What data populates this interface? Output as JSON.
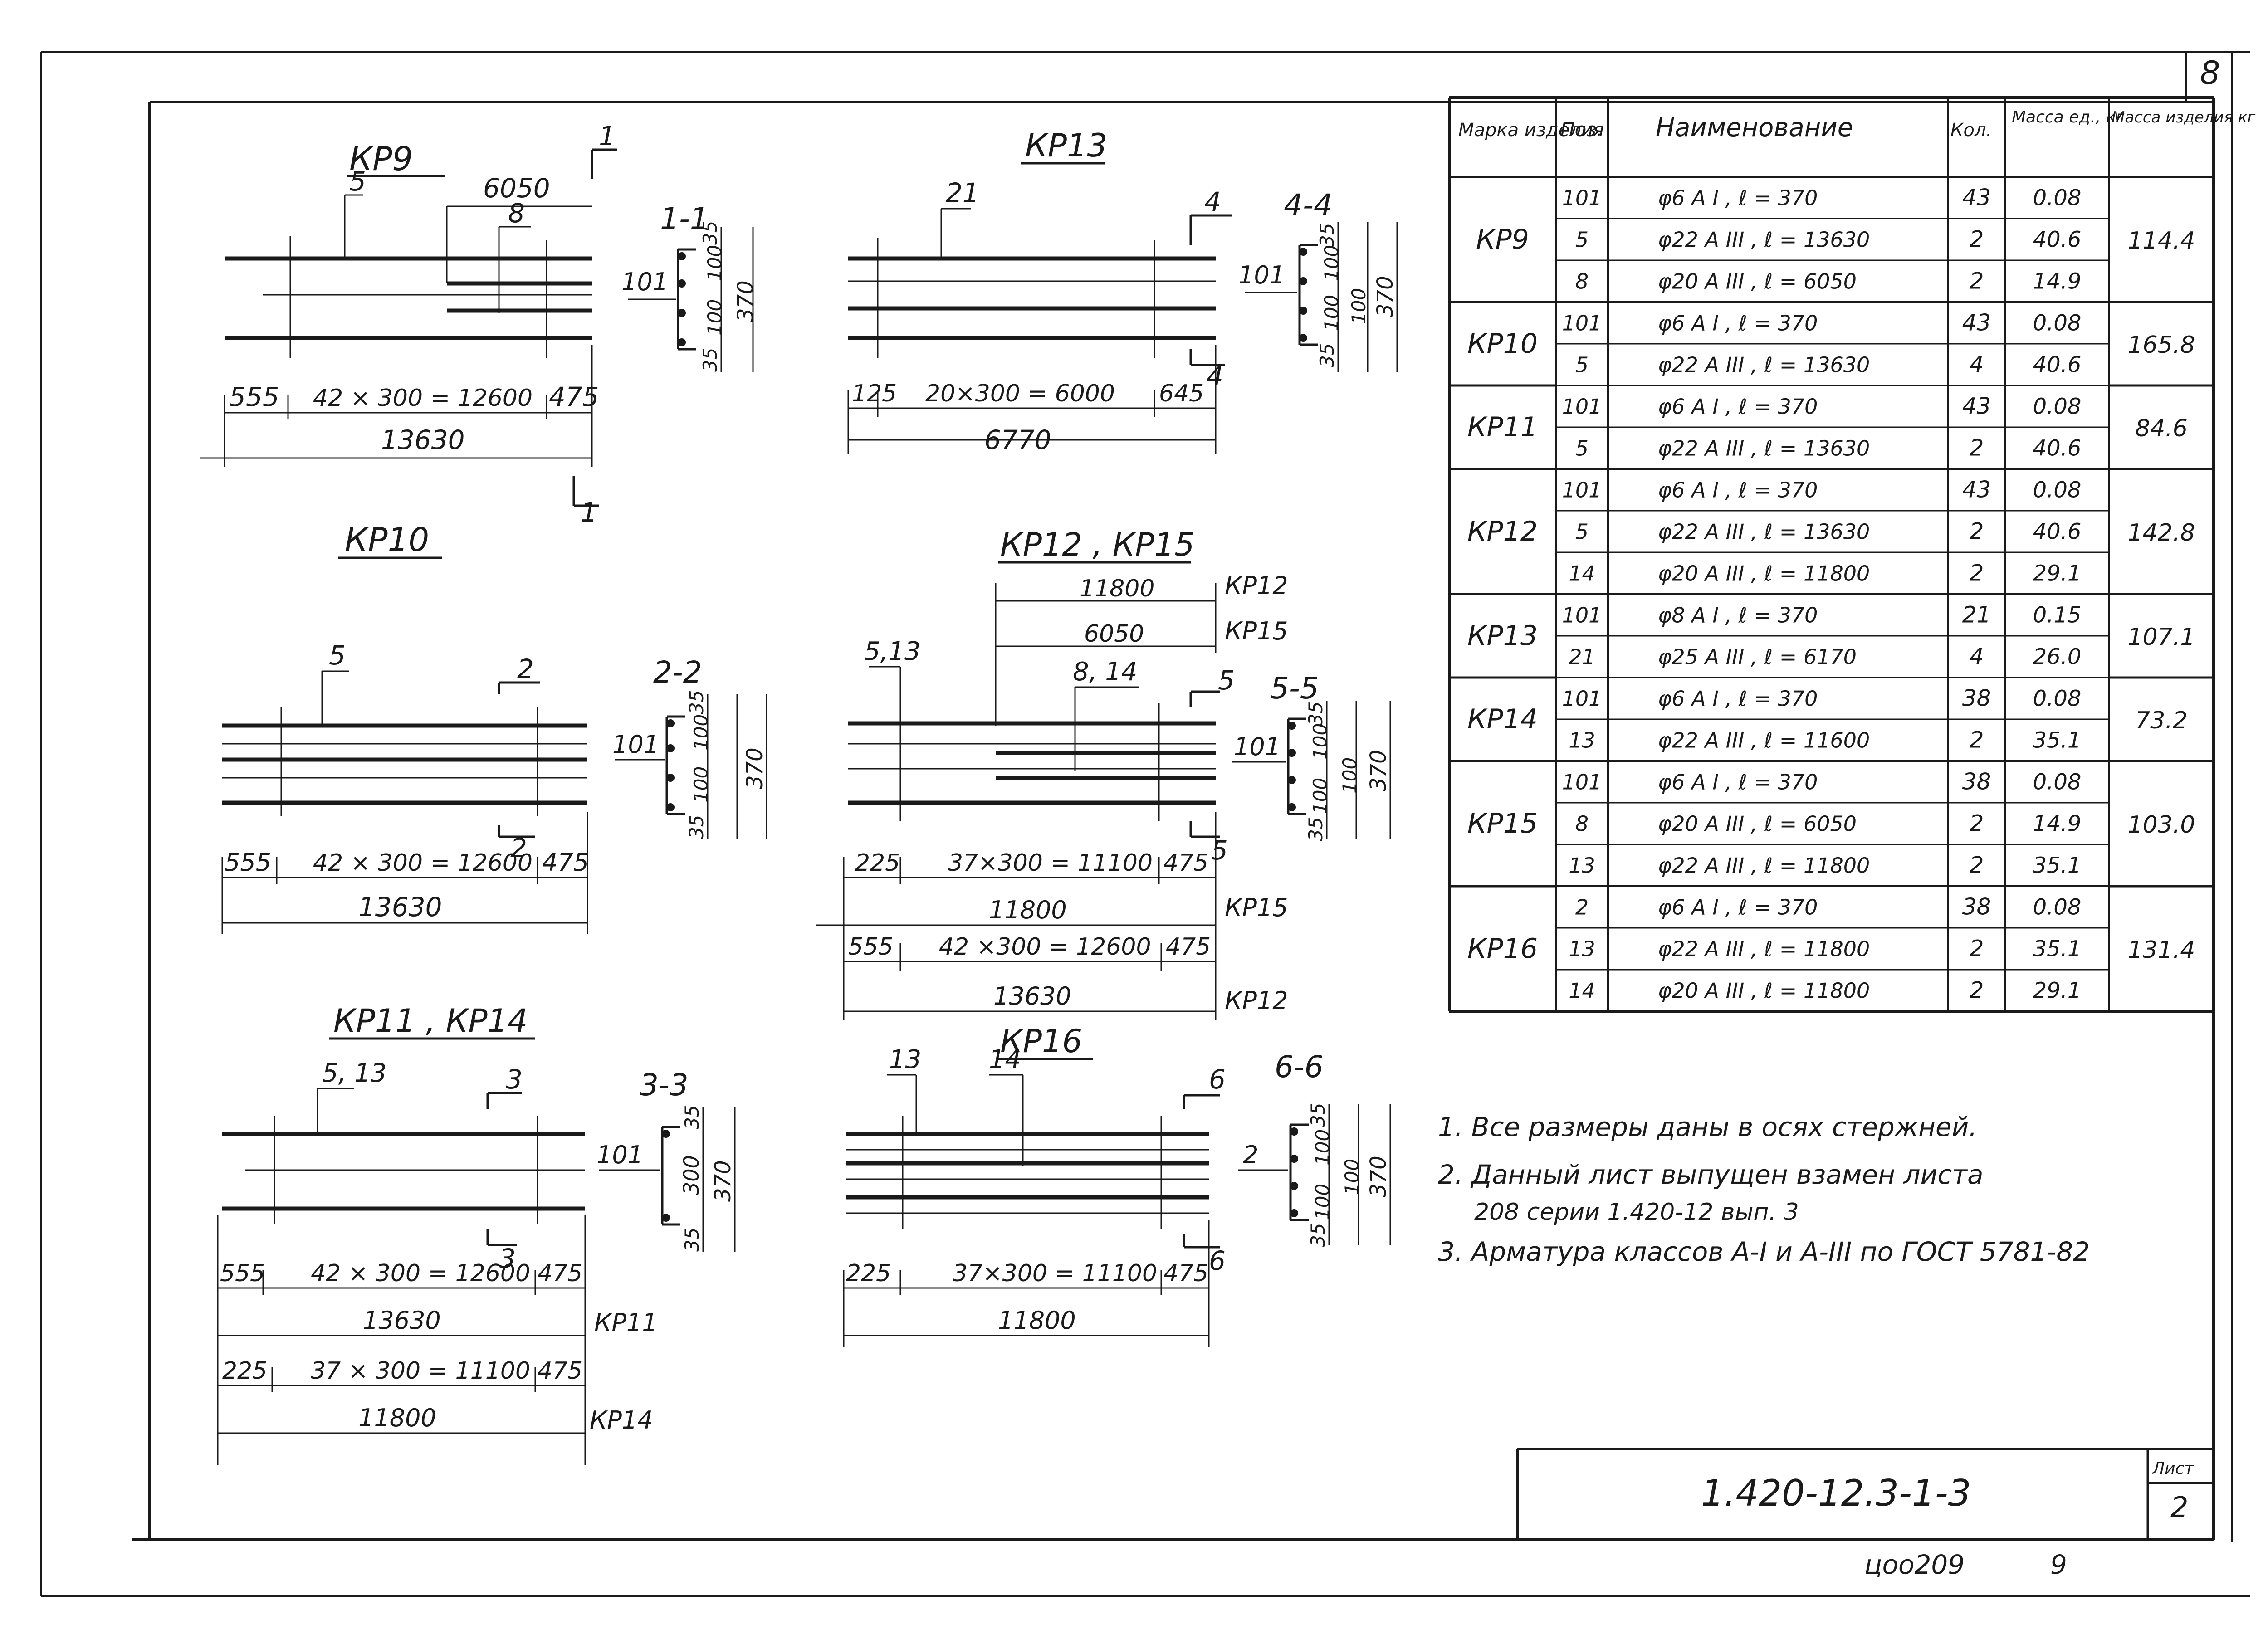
{
  "sheet": {
    "corner_number": "8",
    "title_code": "1.420-12.3-1-3",
    "sheet_label": "Лист",
    "sheet_number": "2",
    "archive_number": "цоо209",
    "archive_suffix": "9"
  },
  "views": {
    "kp9": {
      "title": "КР9",
      "pos_a": "5",
      "pos_b": "8",
      "dim_top": "6050",
      "cut": "1",
      "section_title": "1-1",
      "label_101": "101",
      "d_left": "555",
      "d_mid": "42 × 300 = 12600",
      "d_right": "475",
      "d_total": "13630",
      "sec_top": "35",
      "sec_a": "100",
      "sec_b": "100",
      "sec_bottom": "35",
      "sec_h": "370"
    },
    "kp13": {
      "title": "КР13",
      "pos_a": "21",
      "cut": "4",
      "section_title": "4-4",
      "label_101": "101",
      "d_left": "125",
      "d_mid": "20×300 = 6000",
      "d_right": "645",
      "d_total": "6770",
      "sec_top": "35",
      "sec_a": "100",
      "sec_b": "100",
      "sec_c": "100",
      "sec_bottom": "35",
      "sec_h": "370"
    },
    "kp10": {
      "title": "КР10",
      "pos_a": "5",
      "cut": "2",
      "section_title": "2-2",
      "label_101": "101",
      "d_left": "555",
      "d_mid": "42 × 300 = 12600",
      "d_right": "475",
      "d_total": "13630",
      "sec_top": "35",
      "sec_a": "100",
      "sec_b": "100",
      "sec_bottom": "35",
      "sec_h": "370"
    },
    "kp12": {
      "title": "КР12 , КР15",
      "top1": "11800",
      "top1_tag": "КР12",
      "top2": "6050",
      "top2_tag": "КР15",
      "pos_a": "5,13",
      "pos_b": "8, 14",
      "cut": "5",
      "section_title": "5-5",
      "label_101": "101",
      "r1_left": "225",
      "r1_mid": "37×300 = 11100",
      "r1_right": "475",
      "r2_total": "11800",
      "r2_tag": "КР15",
      "r3_left": "555",
      "r3_mid": "42 ×300 = 12600",
      "r3_right": "475",
      "r4_total": "13630",
      "r4_tag": "КР12",
      "sec_top": "35",
      "sec_a": "100",
      "sec_b": "100",
      "sec_c": "100",
      "sec_bottom": "35",
      "sec_h": "370"
    },
    "kp11": {
      "title": "КР11 , КР14",
      "pos_a": "5, 13",
      "cut": "3",
      "section_title": "3-3",
      "label_101": "101",
      "r1_left": "555",
      "r1_mid": "42 × 300 = 12600",
      "r1_right": "475",
      "r2_total": "13630",
      "r2_tag": "КР11",
      "r3_left": "225",
      "r3_mid": "37 × 300 = 11100",
      "r3_right": "475",
      "r4_total": "11800",
      "r4_tag": "КР14",
      "sec_top": "35",
      "sec_a": "300",
      "sec_bottom": "35",
      "sec_h": "370"
    },
    "kp16": {
      "title": "КР16",
      "pos_a": "13",
      "pos_b": "14",
      "cut": "6",
      "section_title": "6-6",
      "label_2": "2",
      "d_left": "225",
      "d_mid": "37×300 = 11100",
      "d_right": "475",
      "d_total": "11800",
      "sec_top": "35",
      "sec_a": "100",
      "sec_b": "100",
      "sec_c": "100",
      "sec_bottom": "35",
      "sec_h": "370"
    }
  },
  "table": {
    "headers": {
      "mark": "Марка изделия",
      "pos": "Поз.",
      "name": "Наименование",
      "qty": "Кол.",
      "unit_mass": "Масса ед., кг",
      "item_mass": "Масса изделия кг"
    },
    "rows": [
      {
        "pos": "101",
        "name": "φ6 А I , ℓ = 370",
        "qty": "43",
        "unit": "0.08"
      },
      {
        "pos": "5",
        "name": "φ22 А III , ℓ = 13630",
        "qty": "2",
        "unit": "40.6"
      },
      {
        "pos": "8",
        "name": "φ20 А III , ℓ = 6050",
        "qty": "2",
        "unit": "14.9"
      },
      {
        "pos": "101",
        "name": "φ6 А I , ℓ = 370",
        "qty": "43",
        "unit": "0.08"
      },
      {
        "pos": "5",
        "name": "φ22 А III , ℓ = 13630",
        "qty": "4",
        "unit": "40.6"
      },
      {
        "pos": "101",
        "name": "φ6 А I , ℓ = 370",
        "qty": "43",
        "unit": "0.08"
      },
      {
        "pos": "5",
        "name": "φ22 А III , ℓ = 13630",
        "qty": "2",
        "unit": "40.6"
      },
      {
        "pos": "101",
        "name": "φ6 А I , ℓ = 370",
        "qty": "43",
        "unit": "0.08"
      },
      {
        "pos": "5",
        "name": "φ22 А III , ℓ = 13630",
        "qty": "2",
        "unit": "40.6"
      },
      {
        "pos": "14",
        "name": "φ20 А III , ℓ = 11800",
        "qty": "2",
        "unit": "29.1"
      },
      {
        "pos": "101",
        "name": "φ8 А I , ℓ = 370",
        "qty": "21",
        "unit": "0.15"
      },
      {
        "pos": "21",
        "name": "φ25 А III , ℓ = 6170",
        "qty": "4",
        "unit": "26.0"
      },
      {
        "pos": "101",
        "name": "φ6 А I , ℓ = 370",
        "qty": "38",
        "unit": "0.08"
      },
      {
        "pos": "13",
        "name": "φ22 А III , ℓ = 11600",
        "qty": "2",
        "unit": "35.1"
      },
      {
        "pos": "101",
        "name": "φ6 А I , ℓ = 370",
        "qty": "38",
        "unit": "0.08"
      },
      {
        "pos": "8",
        "name": "φ20 А III , ℓ = 6050",
        "qty": "2",
        "unit": "14.9"
      },
      {
        "pos": "13",
        "name": "φ22 А III , ℓ = 11800",
        "qty": "2",
        "unit": "35.1"
      },
      {
        "pos": "2",
        "name": "φ6 А I , ℓ = 370",
        "qty": "38",
        "unit": "0.08"
      },
      {
        "pos": "13",
        "name": "φ22 А III , ℓ = 11800",
        "qty": "2",
        "unit": "35.1"
      },
      {
        "pos": "14",
        "name": "φ20 А III , ℓ = 11800",
        "qty": "2",
        "unit": "29.1"
      }
    ],
    "groups": [
      {
        "mark": "КР9",
        "mass": "114.4",
        "start": 0,
        "count": 3
      },
      {
        "mark": "КР10",
        "mass": "165.8",
        "start": 3,
        "count": 2
      },
      {
        "mark": "КР11",
        "mass": "84.6",
        "start": 5,
        "count": 2
      },
      {
        "mark": "КР12",
        "mass": "142.8",
        "start": 7,
        "count": 3
      },
      {
        "mark": "КР13",
        "mass": "107.1",
        "start": 10,
        "count": 2
      },
      {
        "mark": "КР14",
        "mass": "73.2",
        "start": 12,
        "count": 2
      },
      {
        "mark": "КР15",
        "mass": "103.0",
        "start": 14,
        "count": 3
      },
      {
        "mark": "КР16",
        "mass": "131.4",
        "start": 17,
        "count": 3
      }
    ]
  },
  "notes": [
    "1. Все размеры даны в осях стержней.",
    "2. Данный лист выпущен взамен листа",
    "208 серии 1.420-12 вып. 3",
    "3. Арматура классов А-I и А-III по ГОСТ 5781-82"
  ]
}
